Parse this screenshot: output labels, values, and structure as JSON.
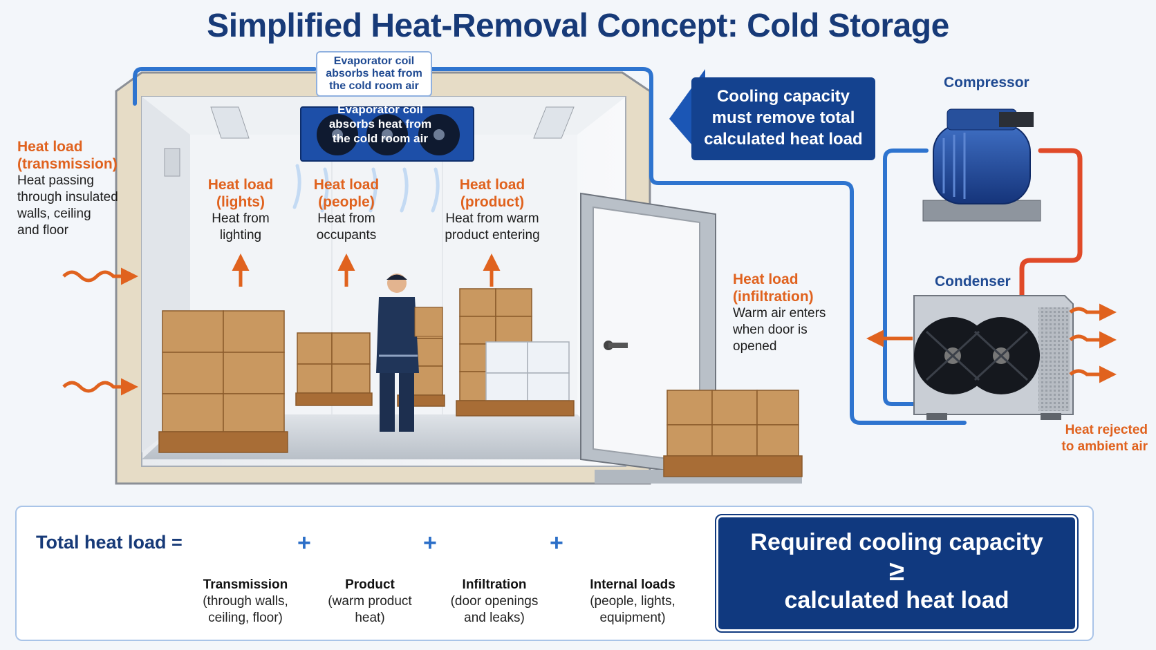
{
  "title": "Simplified Heat-Removal Concept: Cold Storage",
  "evaporator": {
    "callout_line1": "Evaporator coil",
    "callout_line2": "absorbs heat from",
    "callout_line3": "the cold room air",
    "unit_line1": "Evaporator coil",
    "unit_line2": "absorbs heat from",
    "unit_line3": "the cold room air"
  },
  "loads": {
    "transmission": {
      "title1": "Heat load",
      "title2": "(transmission)",
      "desc1": "Heat passing",
      "desc2": "through insulated",
      "desc3": "walls, ceiling",
      "desc4": "and floor"
    },
    "lights": {
      "title1": "Heat load",
      "title2": "(lights)",
      "desc1": "Heat from",
      "desc2": "lighting"
    },
    "people": {
      "title1": "Heat load",
      "title2": "(people)",
      "desc1": "Heat from",
      "desc2": "occupants"
    },
    "product": {
      "title1": "Heat load",
      "title2": "(product)",
      "desc1": "Heat from warm",
      "desc2": "product entering"
    },
    "infiltration": {
      "title1": "Heat load",
      "title2": "(infiltration)",
      "desc1": "Warm air enters",
      "desc2": "when door is",
      "desc3": "opened"
    }
  },
  "capacity_box": {
    "line1": "Cooling capacity",
    "line2": "must remove total",
    "line3": "calculated heat load"
  },
  "compressor_label": "Compressor",
  "condenser_label": "Condenser",
  "heat_rejected": {
    "line1": "Heat rejected",
    "line2": "to ambient air"
  },
  "equation": {
    "total_label": "Total heat load =",
    "plus": "+",
    "terms": [
      {
        "title": "Transmission",
        "desc1": "(through walls,",
        "desc2": "ceiling, floor)"
      },
      {
        "title": "Product",
        "desc1": "(warm product",
        "desc2": "heat)"
      },
      {
        "title": "Infiltration",
        "desc1": "(door openings",
        "desc2": "and leaks)"
      },
      {
        "title": "Internal loads",
        "desc1": "(people, lights,",
        "desc2": "equipment)"
      }
    ],
    "required_line1": "Required cooling capacity",
    "required_symbol": "≥",
    "required_line2": "calculated heat load"
  },
  "colors": {
    "navy": "#173a78",
    "heat_orange": "#e0621e",
    "pipe_blue": "#2e74cf",
    "pipe_red": "#e04a28",
    "box_blue": "#14428f"
  }
}
